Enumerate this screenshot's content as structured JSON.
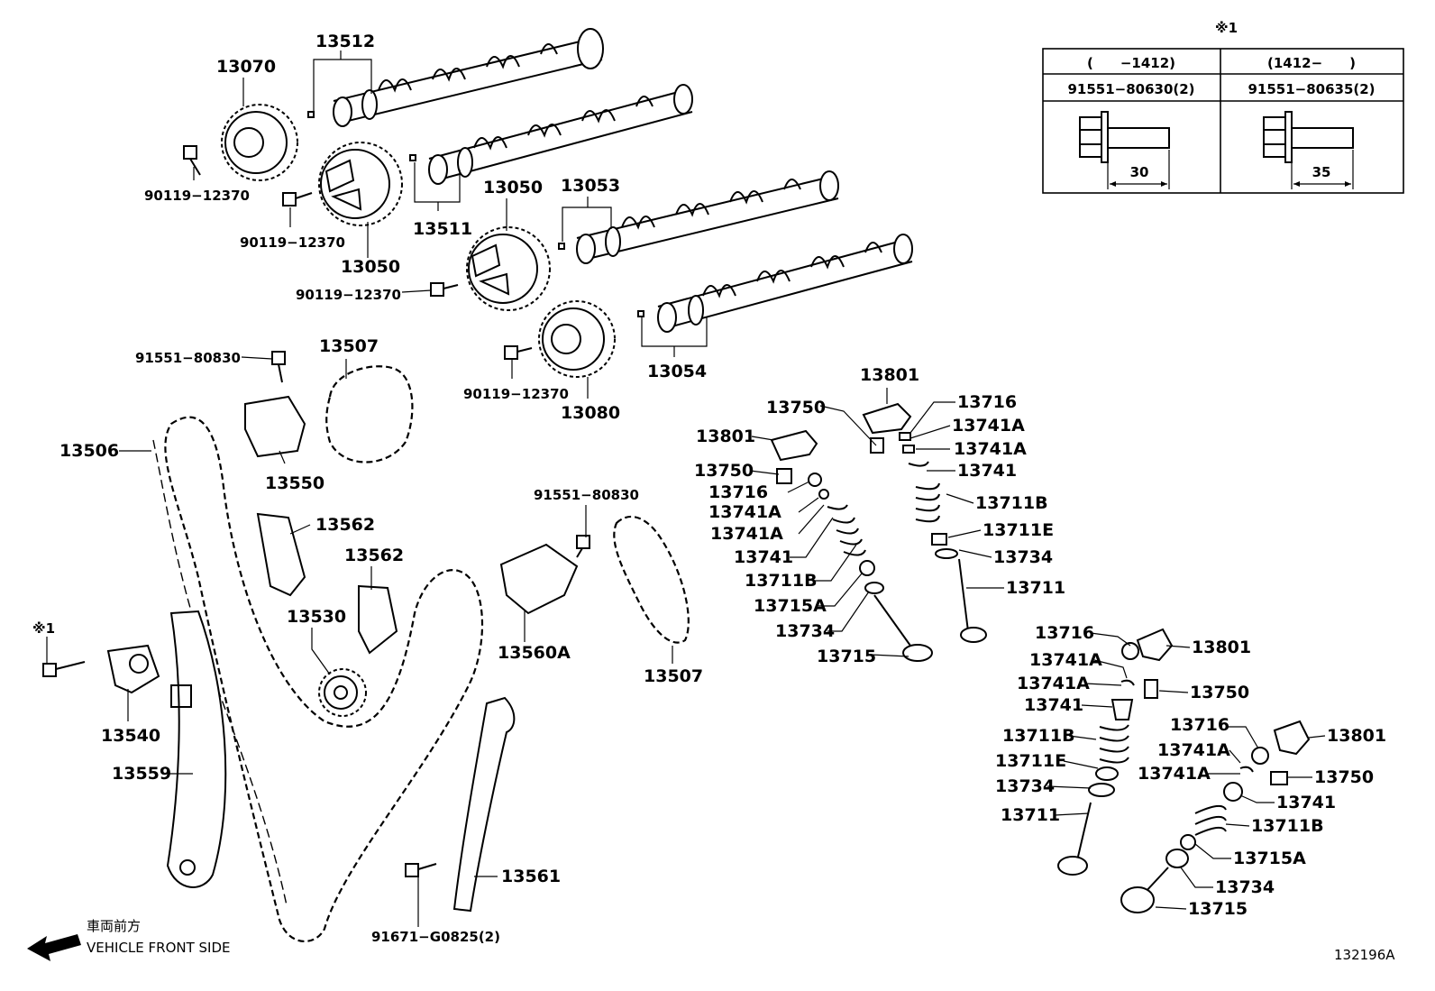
{
  "diagram": {
    "note_mark": "※1",
    "drawing_number": "132196A",
    "front_label_jp": "車両前方",
    "front_label_en": "VEHICLE FRONT SIDE"
  },
  "bolt_table": {
    "head_left": "(　　−1412)",
    "head_right": "(1412−　　)",
    "part_left": "91551−80630(2)",
    "part_right": "91551−80635(2)",
    "len_left": "30",
    "len_right": "35"
  },
  "labels": [
    {
      "id": "l01",
      "text": "13512"
    },
    {
      "id": "l02",
      "text": "13070"
    },
    {
      "id": "l03",
      "text": "90119−12370"
    },
    {
      "id": "l04",
      "text": "90119−12370"
    },
    {
      "id": "l05",
      "text": "13511"
    },
    {
      "id": "l06",
      "text": "13050"
    },
    {
      "id": "l07",
      "text": "13050"
    },
    {
      "id": "l08",
      "text": "13053"
    },
    {
      "id": "l09",
      "text": "90119−12370"
    },
    {
      "id": "l10",
      "text": "91551−80830"
    },
    {
      "id": "l11",
      "text": "13507"
    },
    {
      "id": "l12",
      "text": "90119−12370"
    },
    {
      "id": "l13",
      "text": "13080"
    },
    {
      "id": "l14",
      "text": "13054"
    },
    {
      "id": "l15",
      "text": "13801"
    },
    {
      "id": "l16",
      "text": "13750"
    },
    {
      "id": "l17",
      "text": "13716"
    },
    {
      "id": "l18",
      "text": "13741A"
    },
    {
      "id": "l19",
      "text": "13741A"
    },
    {
      "id": "l20",
      "text": "13741"
    },
    {
      "id": "l21",
      "text": "13801"
    },
    {
      "id": "l22",
      "text": "13750"
    },
    {
      "id": "l23",
      "text": "13716"
    },
    {
      "id": "l24",
      "text": "13741A"
    },
    {
      "id": "l25",
      "text": "13741A"
    },
    {
      "id": "l26",
      "text": "13741"
    },
    {
      "id": "l27",
      "text": "13711B"
    },
    {
      "id": "l28",
      "text": "13711E"
    },
    {
      "id": "l29",
      "text": "13734"
    },
    {
      "id": "l30",
      "text": "13711"
    },
    {
      "id": "l31",
      "text": "13711B"
    },
    {
      "id": "l32",
      "text": "13715A"
    },
    {
      "id": "l33",
      "text": "13734"
    },
    {
      "id": "l34",
      "text": "13715"
    },
    {
      "id": "l35",
      "text": "13506"
    },
    {
      "id": "l36",
      "text": "13550"
    },
    {
      "id": "l37",
      "text": "13562"
    },
    {
      "id": "l38",
      "text": "13562"
    },
    {
      "id": "l39",
      "text": "91551−80830"
    },
    {
      "id": "l40",
      "text": "13530"
    },
    {
      "id": "l41",
      "text": "13560A"
    },
    {
      "id": "l42",
      "text": "13507"
    },
    {
      "id": "l43",
      "text": "※1"
    },
    {
      "id": "l44",
      "text": "13540"
    },
    {
      "id": "l45",
      "text": "13559"
    },
    {
      "id": "l46",
      "text": "13561"
    },
    {
      "id": "l47",
      "text": "91671−G0825(2)"
    },
    {
      "id": "l48",
      "text": "13716"
    },
    {
      "id": "l49",
      "text": "13801"
    },
    {
      "id": "l50",
      "text": "13741A"
    },
    {
      "id": "l51",
      "text": "13741A"
    },
    {
      "id": "l52",
      "text": "13750"
    },
    {
      "id": "l53",
      "text": "13741"
    },
    {
      "id": "l54",
      "text": "13711B"
    },
    {
      "id": "l55",
      "text": "13716"
    },
    {
      "id": "l56",
      "text": "13801"
    },
    {
      "id": "l57",
      "text": "13711E"
    },
    {
      "id": "l58",
      "text": "13741A"
    },
    {
      "id": "l59",
      "text": "13741A"
    },
    {
      "id": "l60",
      "text": "13750"
    },
    {
      "id": "l61",
      "text": "13734"
    },
    {
      "id": "l62",
      "text": "13741"
    },
    {
      "id": "l63",
      "text": "13711"
    },
    {
      "id": "l64",
      "text": "13711B"
    },
    {
      "id": "l65",
      "text": "13715A"
    },
    {
      "id": "l66",
      "text": "13734"
    },
    {
      "id": "l67",
      "text": "13715"
    }
  ]
}
